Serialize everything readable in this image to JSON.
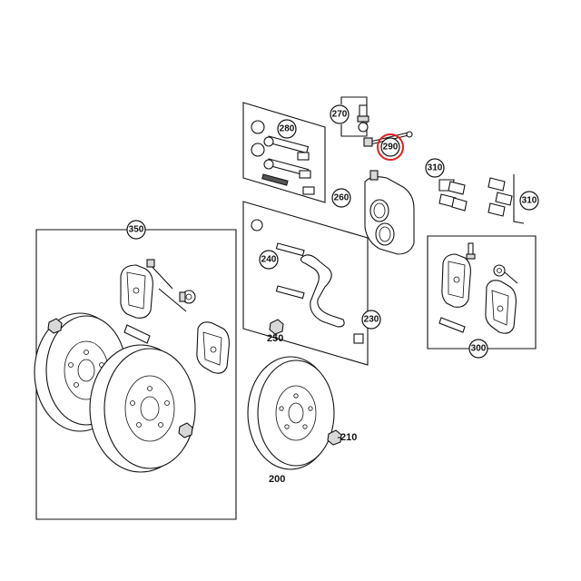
{
  "callouts": {
    "c200": "200",
    "c210": "210",
    "c230": "230",
    "c240": "240",
    "c250": "250",
    "c260": "260",
    "c270": "270",
    "c280": "280",
    "c290": "290",
    "c300": "300",
    "c310_left": "310",
    "c310_right": "310",
    "c350": "350"
  },
  "highlight": {
    "callout": "290",
    "color": "#e02020"
  }
}
